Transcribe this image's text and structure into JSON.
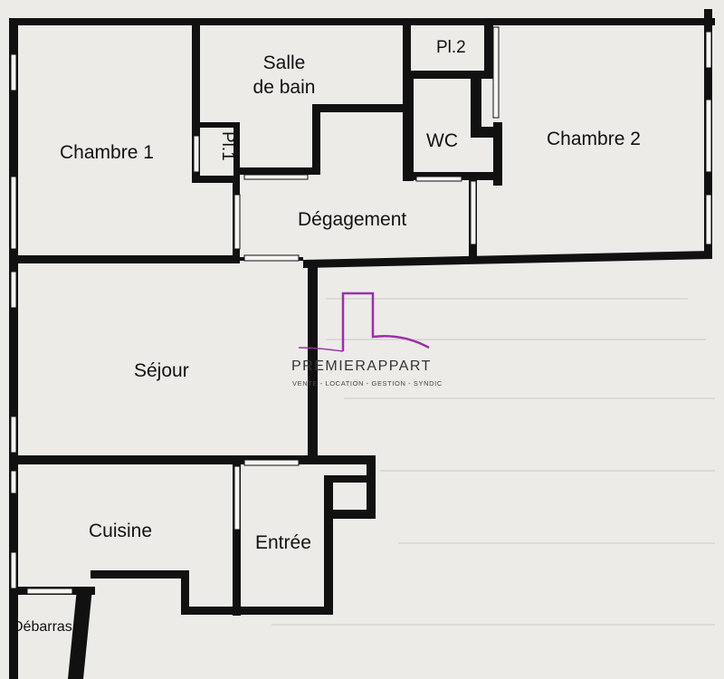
{
  "rooms": {
    "chambre1": "Chambre 1",
    "salle_de_bain_line1": "Salle",
    "salle_de_bain_line2": "de bain",
    "pl1": "Pl.1",
    "pl2": "Pl.2",
    "wc": "WC",
    "chambre2": "Chambre 2",
    "degagement": "Dégagement",
    "sejour": "Séjour",
    "cuisine": "Cuisine",
    "entree": "Entrée",
    "debarras": "Débarras"
  },
  "logo": {
    "name": "PREMIERAPPART",
    "tagline": "VENTE - LOCATION - GESTION - SYNDIC",
    "accent_color": "#9b2fa8"
  }
}
